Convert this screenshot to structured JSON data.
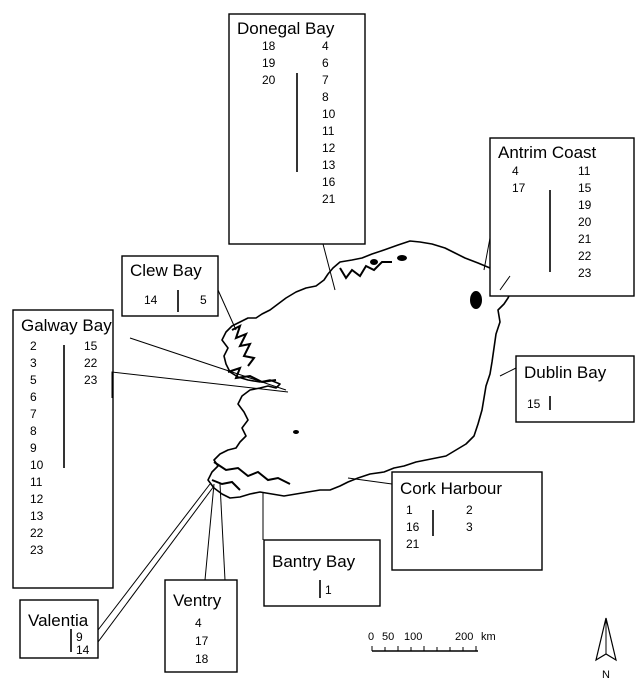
{
  "sites": [
    {
      "id": "donegal",
      "title": "Donegal Bay",
      "left": [
        "18",
        "19",
        "20"
      ],
      "right": [
        "4",
        "6",
        "7",
        "8",
        "10",
        "11",
        "12",
        "13",
        "16",
        "21"
      ]
    },
    {
      "id": "antrim",
      "title": "Antrim Coast",
      "left": [
        "4",
        "17"
      ],
      "right": [
        "11",
        "15",
        "19",
        "20",
        "21",
        "22",
        "23"
      ]
    },
    {
      "id": "clew",
      "title": "Clew Bay",
      "left": [
        "14"
      ],
      "right": [
        "5"
      ]
    },
    {
      "id": "galway",
      "title": "Galway Bay",
      "left": [
        "2",
        "3",
        "5",
        "6",
        "7",
        "8",
        "9",
        "10",
        "11",
        "12",
        "13",
        "22",
        "23"
      ],
      "right": [
        "15",
        "22",
        "23"
      ]
    },
    {
      "id": "dublin",
      "title": "Dublin Bay",
      "left": [],
      "right": [
        "15"
      ]
    },
    {
      "id": "cork",
      "title": "Cork Harbour",
      "left": [
        "1",
        "16",
        "21"
      ],
      "right": [
        "2",
        "3"
      ]
    },
    {
      "id": "bantry",
      "title": "Bantry Bay",
      "left": [],
      "right": [
        "1"
      ]
    },
    {
      "id": "ventry",
      "title": "Ventry",
      "left": [],
      "right": [
        "4",
        "17",
        "18"
      ]
    },
    {
      "id": "valentia",
      "title": "Valentia",
      "left": [],
      "right": [
        "9",
        "14"
      ]
    }
  ],
  "scale_bar": {
    "labels": [
      "0",
      "50",
      "100",
      "200"
    ],
    "unit": "km"
  },
  "north_label": "N",
  "colors": {
    "land": "#ffffff",
    "stroke": "#000000",
    "background": "#ffffff"
  }
}
